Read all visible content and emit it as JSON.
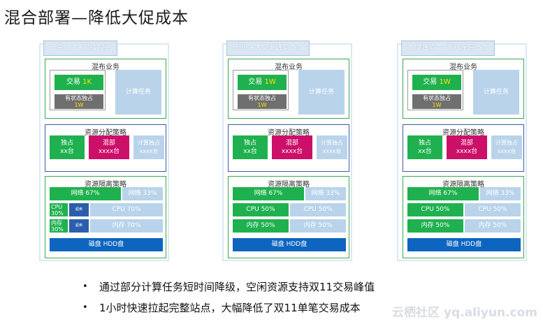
{
  "title": "混合部署—降低大促成本",
  "panels": [
    {
      "header": "日常 3:7+离线超卖",
      "mixed": {
        "title": "混布业务",
        "trade_label": "交易",
        "trade_value": "1K",
        "stateful_label": "有状态独占",
        "stateful_value": "1W",
        "compute": "计算任务"
      },
      "alloc": {
        "title": "资源分配策略",
        "exclusive": "独占",
        "exclusive_count": "xx台",
        "mixed": "混部",
        "mixed_count": "xxxx台",
        "compute": "计算独占",
        "compute_count": "xxxx台"
      },
      "isolation": {
        "title": "资源隔离策略",
        "net_a": "网络 67%",
        "net_b": "网络 33%",
        "cpu_a_line1": "CPU",
        "cpu_a_line2": "30%",
        "cpu_small": "超卖",
        "cpu_b": "CPU 70%",
        "mem_a_line1": "内存",
        "mem_a_line2": "30%",
        "mem_small": "超卖",
        "mem_b": "内存 70%",
        "disk": "磁盘 HDD盘"
      }
    },
    {
      "header": "压测 +大促非峰值 5:5",
      "mixed": {
        "title": "混布业务",
        "trade_label": "交易",
        "trade_value": "1W",
        "stateful_label": "有状态独占",
        "stateful_value": "1W",
        "compute": "计算任务"
      },
      "alloc": {
        "title": "资源分配策略",
        "exclusive": "独占",
        "exclusive_count": "xx台",
        "mixed": "混部",
        "mixed_count": "xxxx台",
        "compute": "计算独占",
        "compute_count": "xxxx台"
      },
      "isolation": {
        "title": "资源隔离策略",
        "net_a": "网络 67%",
        "net_b": "网络 33%",
        "cpu_a": "CPU 50%",
        "cpu_b": "CPU 50%",
        "mem_a": "内存 50%",
        "mem_b": "内存 50%",
        "disk": "磁盘 HDD盘"
      }
    },
    {
      "header": "大促峰值 — 离线全停 5:5",
      "mixed": {
        "title": "混布业务",
        "trade_label": "交易",
        "trade_value": "1W",
        "stateful_label": "有状态独占",
        "stateful_value": "1W",
        "compute": "计算任务"
      },
      "alloc": {
        "title": "资源分配策略",
        "exclusive": "独占",
        "exclusive_count": "xx台",
        "mixed": "混部",
        "mixed_count": "xxxx台",
        "compute": "计算独占",
        "compute_count": "xxxx台"
      },
      "isolation": {
        "title": "资源隔离策略",
        "net_a": "网络 67%",
        "net_b": "网络 33%",
        "cpu_a": "CPU 50%",
        "cpu_b": "CPU 50%",
        "mem_a": "内存 50%",
        "mem_b": "内存 50%",
        "disk": "磁盘 HDD盘"
      }
    }
  ],
  "bullets": [
    "通过部分计算任务短时间降级，空闲资源支持双11交易峰值",
    "1小时快速拉起完整站点，大幅降低了双11单笔交易成本"
  ],
  "bullet_glyph": "•",
  "watermark": "云栖社区 yq.aliyun.com"
}
